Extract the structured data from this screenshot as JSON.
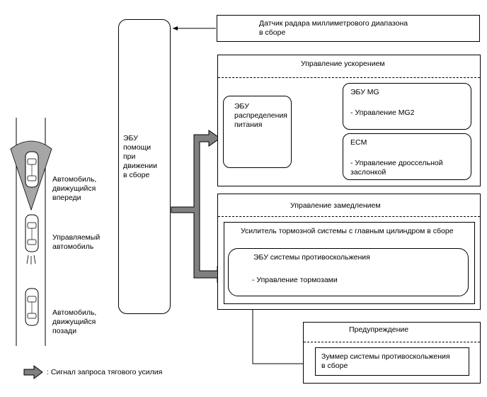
{
  "ecu_main": {
    "label": "ЭБУ\nпомощи\nпри\nдвижении\nв сборе"
  },
  "radar": {
    "label": "Датчик радара миллиметрового диапазона\nв сборе"
  },
  "accel": {
    "title": "Управление ускорением",
    "power_ecu": "ЭБУ\nраспределения\nпитания",
    "mg_title": "ЭБУ MG",
    "mg_desc": "- Управление MG2",
    "ecm_title": "ECM",
    "ecm_desc": "- Управление дроссельной\nзаслонкой"
  },
  "decel": {
    "title": "Управление замедлением",
    "booster": "Усилитель тормозной системы с главным цилиндром в сборе",
    "skid_title": "ЭБУ системы противоскольжения",
    "skid_desc": "- Управление тормозами"
  },
  "warning": {
    "title": "Предупреждение",
    "buzzer": "Зуммер системы противоскольжения\nв сборе"
  },
  "vehicles": {
    "front": "Автомобиль,\nдвижущийся\nвпереди",
    "own": "Управляемый\nавтомобиль",
    "rear": "Автомобиль,\nдвижущийся\nпозади"
  },
  "legend": {
    "label": ": Сигнал запроса тягового усилия"
  }
}
